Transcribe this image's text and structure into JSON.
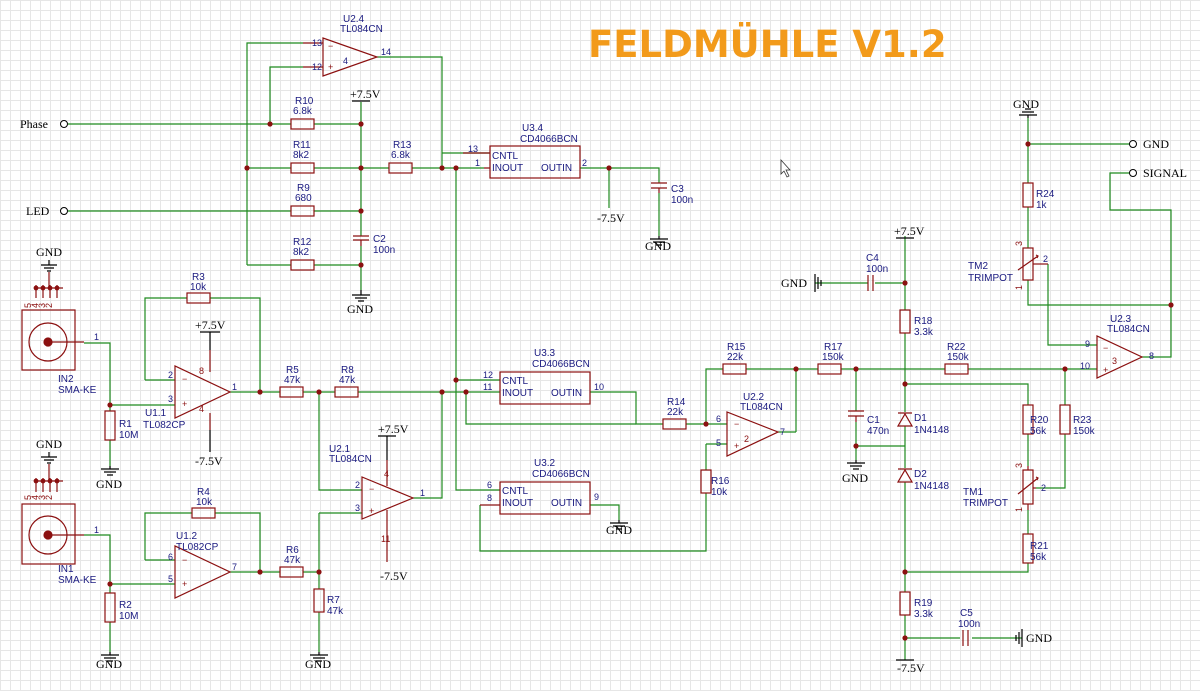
{
  "title": "FELDMÜHLE V1.2",
  "colors": {
    "wire": "#1f8a1f",
    "part": "#8b1010",
    "label": "#1a1a80",
    "title": "#f29a1a"
  },
  "nets": {
    "phase": "Phase",
    "led": "LED",
    "gnd": "GND",
    "signal": "SIGNAL",
    "vpos": "+7.5V",
    "vneg": "-7.5V"
  },
  "resistors": {
    "r1": {
      "ref": "R1",
      "val": "10M"
    },
    "r2": {
      "ref": "R2",
      "val": "10M"
    },
    "r3": {
      "ref": "R3",
      "val": "10k"
    },
    "r4": {
      "ref": "R4",
      "val": "10k"
    },
    "r5": {
      "ref": "R5",
      "val": "47k"
    },
    "r6": {
      "ref": "R6",
      "val": "47k"
    },
    "r7": {
      "ref": "R7",
      "val": "47k"
    },
    "r8": {
      "ref": "R8",
      "val": "47k"
    },
    "r9": {
      "ref": "R9",
      "val": "680"
    },
    "r10": {
      "ref": "R10",
      "val": "6.8k"
    },
    "r11": {
      "ref": "R11",
      "val": "8k2"
    },
    "r12": {
      "ref": "R12",
      "val": "8k2"
    },
    "r13": {
      "ref": "R13",
      "val": "6.8k"
    },
    "r14": {
      "ref": "R14",
      "val": "22k"
    },
    "r15": {
      "ref": "R15",
      "val": "22k"
    },
    "r16": {
      "ref": "R16",
      "val": "10k"
    },
    "r17": {
      "ref": "R17",
      "val": "150k"
    },
    "r18": {
      "ref": "R18",
      "val": "3.3k"
    },
    "r19": {
      "ref": "R19",
      "val": "3.3k"
    },
    "r20": {
      "ref": "R20",
      "val": "56k"
    },
    "r21": {
      "ref": "R21",
      "val": "56k"
    },
    "r22": {
      "ref": "R22",
      "val": "150k"
    },
    "r23": {
      "ref": "R23",
      "val": "150k"
    },
    "r24": {
      "ref": "R24",
      "val": "1k"
    }
  },
  "capacitors": {
    "c1": {
      "ref": "C1",
      "val": "470n"
    },
    "c2": {
      "ref": "C2",
      "val": "100n"
    },
    "c3": {
      "ref": "C3",
      "val": "100n"
    },
    "c4": {
      "ref": "C4",
      "val": "100n"
    },
    "c5": {
      "ref": "C5",
      "val": "100n"
    }
  },
  "diodes": {
    "d1": {
      "ref": "D1",
      "val": "1N4148"
    },
    "d2": {
      "ref": "D2",
      "val": "1N4148"
    }
  },
  "trimpots": {
    "tm1": {
      "ref": "TM1",
      "val": "TRIMPOT"
    },
    "tm2": {
      "ref": "TM2",
      "val": "TRIMPOT"
    }
  },
  "opamps": {
    "u11": {
      "ref": "U1.1",
      "val": "TL082CP"
    },
    "u12": {
      "ref": "U1.2",
      "val": "TL082CP"
    },
    "u21": {
      "ref": "U2.1",
      "val": "TL084CN"
    },
    "u22": {
      "ref": "U2.2",
      "val": "TL084CN"
    },
    "u23": {
      "ref": "U2.3",
      "val": "TL084CN"
    },
    "u24": {
      "ref": "U2.4",
      "val": "TL084CN"
    }
  },
  "switches": {
    "u32": {
      "ref": "U3.2",
      "val": "CD4066BCN"
    },
    "u33": {
      "ref": "U3.3",
      "val": "CD4066BCN"
    },
    "u34": {
      "ref": "U3.4",
      "val": "CD4066BCN"
    },
    "cntl": "CNTL",
    "inout": "INOUT",
    "outin": "OUTIN"
  },
  "connectors": {
    "in1": {
      "ref": "IN1",
      "val": "SMA-KE"
    },
    "in2": {
      "ref": "IN2",
      "val": "SMA-KE"
    }
  }
}
